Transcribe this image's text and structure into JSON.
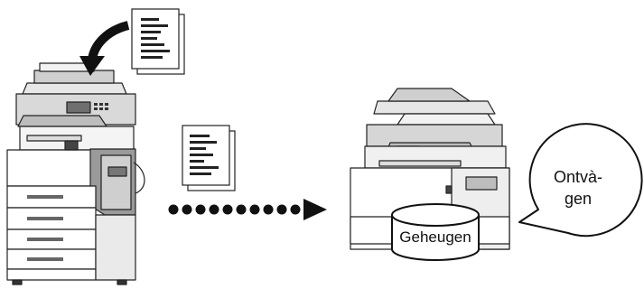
{
  "diagram": {
    "memory_label": "Geheugen",
    "bubble_line1": "Ontvà-",
    "bubble_line2": "gen"
  }
}
